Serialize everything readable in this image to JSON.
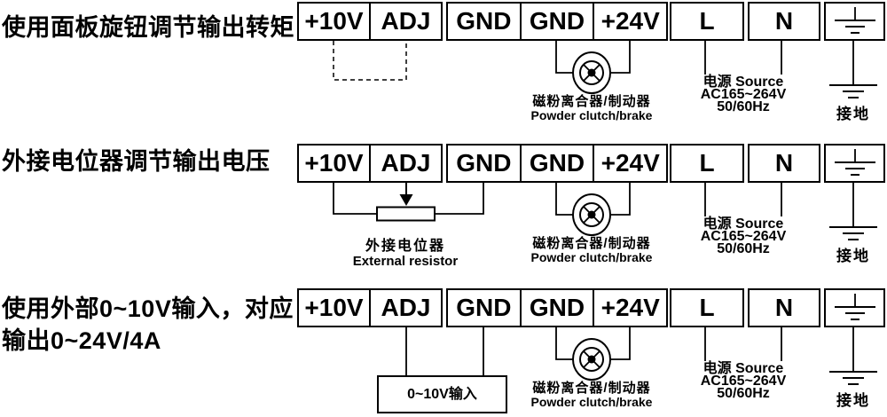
{
  "strip": {
    "terminals": [
      "+10V",
      "ADJ",
      "GND",
      "GND",
      "+24V",
      "L",
      "N"
    ],
    "earth_terminal_icon": "earth-ground-icon"
  },
  "rows": [
    {
      "heading": "使用面板旋钮调节输出转矩"
    },
    {
      "heading": "外接电位器调节输出电压"
    },
    {
      "heading_line1": "使用外部0~10V输入，对应",
      "heading_line2": "输出0~24V/4A"
    }
  ],
  "clutch": {
    "label_cn": "磁粉离合器/制动器",
    "label_en": "Powder clutch/brake"
  },
  "power": {
    "line1": "电源 Source",
    "line2": "AC165~264V",
    "line3": "50/60Hz"
  },
  "ground": {
    "label": "接地"
  },
  "potentiometer": {
    "label_cn": "外接电位器",
    "label_en": "External resistor"
  },
  "input_box": {
    "label": "0~10V输入"
  },
  "colors": {
    "line": "#000000",
    "background": "#ffffff"
  }
}
